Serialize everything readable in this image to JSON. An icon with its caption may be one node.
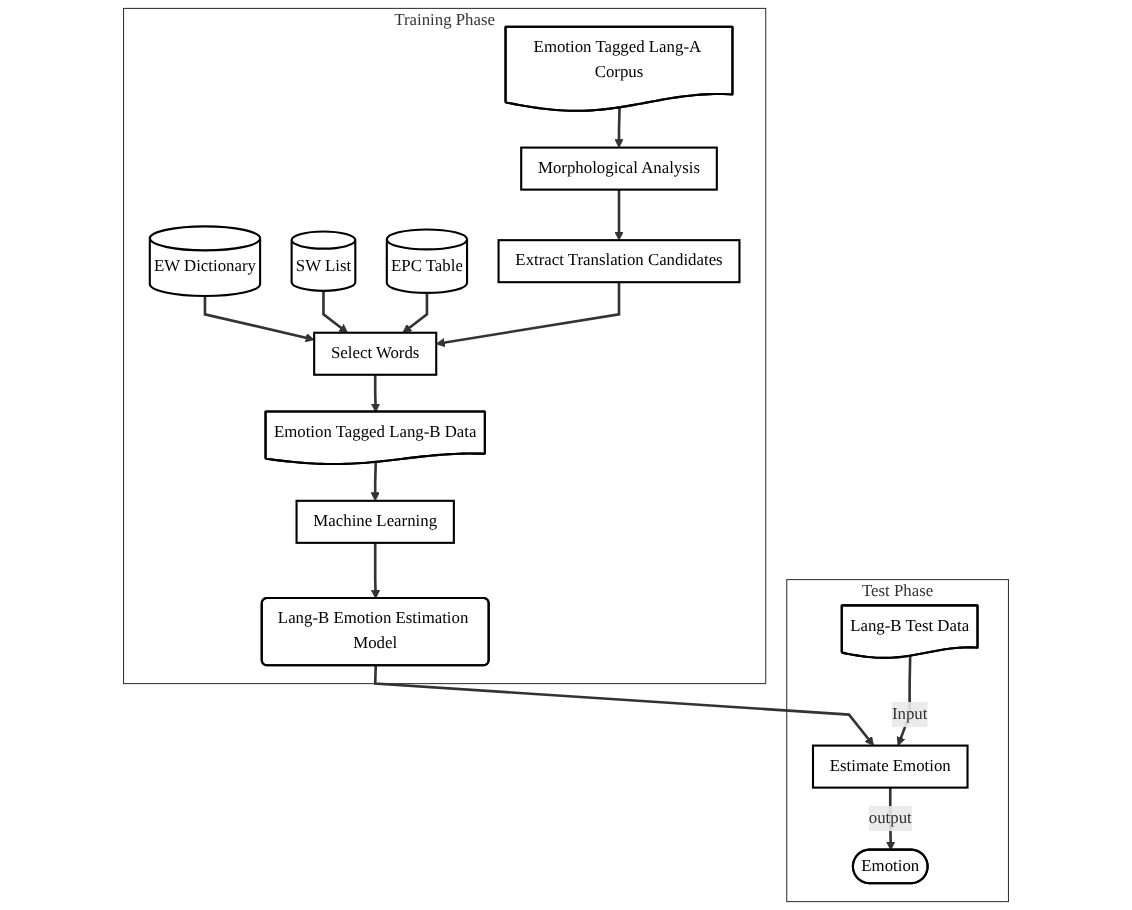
{
  "diagram": {
    "nodes": [
      {
        "text": [
          "Training Phase"
        ]
      },
      {
        "text": [
          "EW Dictionary"
        ],
        "in": 0
      },
      {
        "text": [
          "SW List"
        ],
        "in": 0
      },
      {
        "text": [
          "EPC Table"
        ],
        "in": 0
      },
      {
        "text": [
          "Emotion Tagged Lang-A Corpus"
        ],
        "in": 0
      },
      {
        "text": [
          "Morphological Analysis"
        ],
        "in": 0
      },
      {
        "text": [
          "Extract Translation Candidates"
        ],
        "in": 0
      },
      {
        "text": [
          "Select Words"
        ],
        "in": 0
      },
      {
        "text": [
          "Emotion Tagged Lang-B Data"
        ],
        "in": 0
      },
      {
        "text": [
          "Machine Learning"
        ],
        "in": 0
      },
      {
        "text": [
          "Lang-B Emotion Estimation Model"
        ],
        "in": 0
      },
      {
        "text": [
          "Test Phase"
        ]
      },
      {
        "text": [
          "Lang-B Test Data"
        ],
        "in": 11
      },
      {
        "text": [
          "Estimate Emotion"
        ],
        "in": 11
      },
      {
        "text": [
          "Emotion"
        ],
        "in": 11
      }
    ],
    "edges": [
      {
        "from": 1,
        "to": 7,
        "arrow": "to"
      },
      {
        "from": 2,
        "to": 7,
        "arrow": "to"
      },
      {
        "from": 3,
        "to": 7,
        "arrow": "to"
      },
      {
        "from": 4,
        "to": 5,
        "arrow": "to"
      },
      {
        "from": 5,
        "to": 6,
        "arrow": "to"
      },
      {
        "from": 6,
        "to": 7,
        "arrow": "to"
      },
      {
        "from": 7,
        "to": 8,
        "arrow": "to"
      },
      {
        "from": 8,
        "to": 9,
        "arrow": "to"
      },
      {
        "from": 9,
        "to": 10,
        "arrow": "to"
      },
      {
        "from": 10,
        "to": 13,
        "arrow": "to"
      },
      {
        "from": 12,
        "to": 13,
        "arrow": "to",
        "label": "Input"
      },
      {
        "from": 13,
        "to": 14,
        "arrow": "to",
        "label": "output"
      }
    ]
  }
}
